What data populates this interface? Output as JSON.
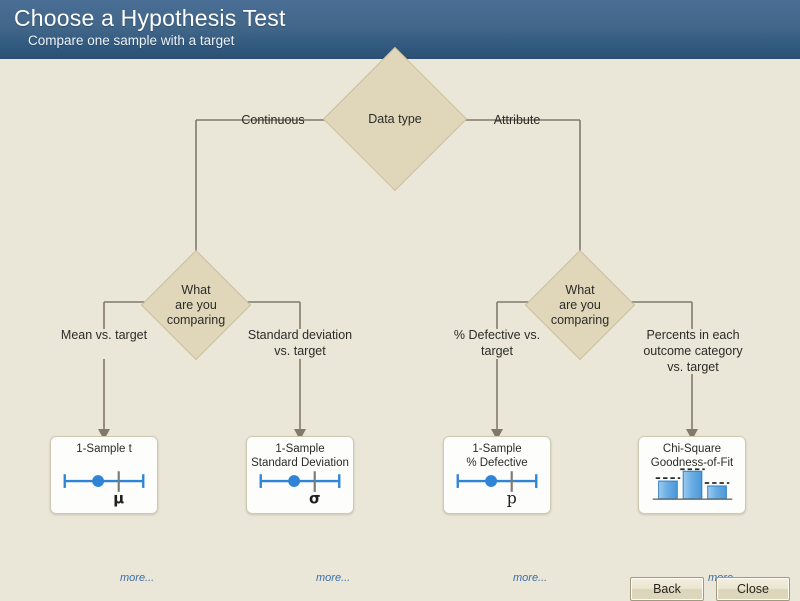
{
  "header": {
    "title": "Choose a Hypothesis Test",
    "subtitle": "Compare one sample with a target"
  },
  "diagram": {
    "root": {
      "label": "Data type"
    },
    "branches": {
      "continuous": "Continuous",
      "attribute": "Attribute"
    },
    "decisions": {
      "left": "What\nare you\ncomparing",
      "right": "What\nare you\ncomparing"
    },
    "edge_labels": {
      "mean": "Mean vs. target",
      "stdev": "Standard deviation\nvs. target",
      "defective": "% Defective vs.\ntarget",
      "percents": "Percents in each\noutcome category\nvs. target"
    },
    "cards": [
      {
        "title": "1-Sample t",
        "symbol": "μ",
        "icon": "confidence-interval-icon",
        "more": "more..."
      },
      {
        "title": "1-Sample\nStandard Deviation",
        "symbol": "σ",
        "icon": "confidence-interval-icon",
        "more": "more..."
      },
      {
        "title": "1-Sample\n% Defective",
        "symbol": "p",
        "icon": "confidence-interval-icon",
        "more": "more..."
      },
      {
        "title": "Chi-Square\nGoodness-of-Fit",
        "symbol": "",
        "icon": "bar-chart-icon",
        "more": "more..."
      }
    ]
  },
  "footer": {
    "back_label": "Back",
    "close_label": "Close"
  },
  "colors": {
    "header_top": "#4a6e95",
    "header_bottom": "#2b4f72",
    "background": "#ebe7d8",
    "diamond_fill": "#e0d6b9",
    "diamond_border": "#cbbf9e",
    "wire": "#82796a",
    "accent_blue": "#2f84d6",
    "link_blue": "#3b6ea8"
  }
}
